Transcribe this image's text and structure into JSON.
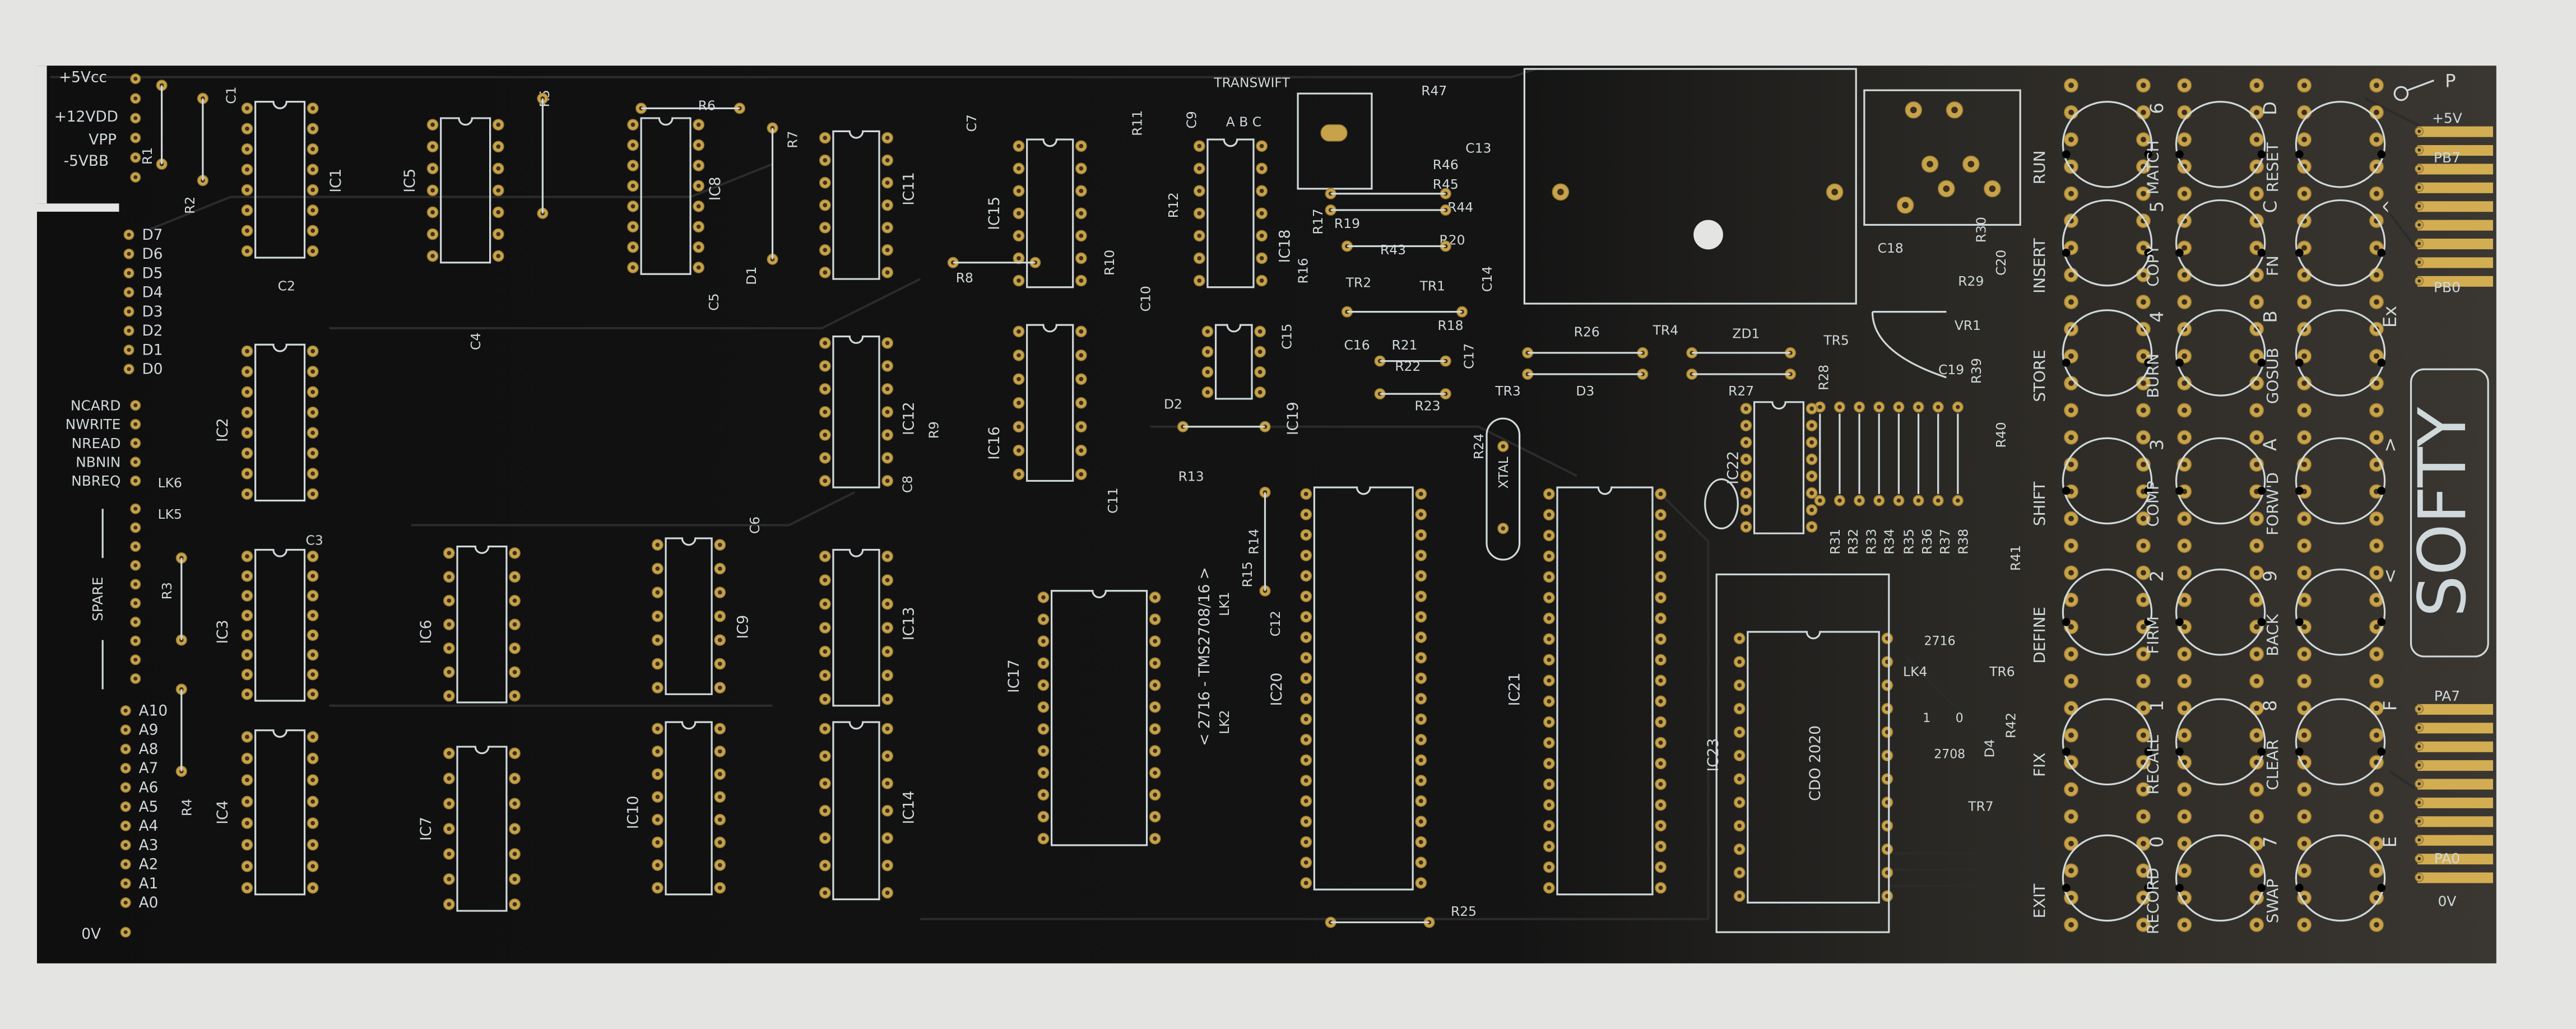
{
  "board": {
    "title": "SOFTY",
    "colors": {
      "board": "#141414",
      "silk": "#cfd8da",
      "gold": "#c7a24a",
      "background": "#e4e5e3"
    },
    "left_power_labels": [
      "+5Vcc",
      "+12VDD",
      "VPP",
      "-5VBB"
    ],
    "data_bus_labels": [
      "D7",
      "D6",
      "D5",
      "D4",
      "D3",
      "D2",
      "D1",
      "D0"
    ],
    "control_labels": [
      "NCARD",
      "NWRITE",
      "NREAD",
      "NBNIN",
      "NBREQ"
    ],
    "spare_label": "SPARE",
    "address_labels": [
      "A10",
      "A9",
      "A8",
      "A7",
      "A6",
      "A5",
      "A4",
      "A3",
      "A2",
      "A1",
      "A0"
    ],
    "ground_label": "0V",
    "transwift": {
      "label": "TRANSWIFT",
      "pins": "A B C"
    },
    "eprom_select_text": "< 2716 - TMS2708/16 >",
    "cdo_text": "CDO 2020",
    "link_texts": {
      "a": "2716",
      "b": "2708",
      "one": "1",
      "zero": "0"
    }
  },
  "ics": [
    {
      "label": "IC1",
      "pins": 16
    },
    {
      "label": "IC5",
      "pins": 14
    },
    {
      "label": "IC8",
      "pins": 16
    },
    {
      "label": "IC11",
      "pins": 14
    },
    {
      "label": "IC15",
      "pins": 14
    },
    {
      "label": "IC18",
      "pins": 14
    },
    {
      "label": "IC2",
      "pins": 16
    },
    {
      "label": "IC12",
      "pins": 14
    },
    {
      "label": "IC16",
      "pins": 14
    },
    {
      "label": "IC19",
      "pins": 8
    },
    {
      "label": "IC3",
      "pins": 16
    },
    {
      "label": "IC6",
      "pins": 14
    },
    {
      "label": "IC9",
      "pins": 14
    },
    {
      "label": "IC13",
      "pins": 14
    },
    {
      "label": "IC4",
      "pins": 16
    },
    {
      "label": "IC7",
      "pins": 14
    },
    {
      "label": "IC10",
      "pins": 16
    },
    {
      "label": "IC14",
      "pins": 14
    },
    {
      "label": "IC17",
      "pins": 24
    },
    {
      "label": "IC20",
      "pins": 40
    },
    {
      "label": "IC21",
      "pins": 40
    },
    {
      "label": "IC22",
      "pins": 16
    },
    {
      "label": "IC23",
      "pins": 24
    }
  ],
  "passives": [
    "R1",
    "R2",
    "C1",
    "C2",
    "C3",
    "C4",
    "C5",
    "C6",
    "C7",
    "C8",
    "C9",
    "C10",
    "C11",
    "C12",
    "C13",
    "C14",
    "C15",
    "C16",
    "C17",
    "C18",
    "C19",
    "C20",
    "R3",
    "R4",
    "R5",
    "R6",
    "R7",
    "R8",
    "R9",
    "R10",
    "R11",
    "R12",
    "R13",
    "R14",
    "R15",
    "R16",
    "R17",
    "R18",
    "R19",
    "R20",
    "R21",
    "R22",
    "R23",
    "R24",
    "R25",
    "R26",
    "R27",
    "R28",
    "R29",
    "R30",
    "R31",
    "R32",
    "R33",
    "R34",
    "R35",
    "R36",
    "R37",
    "R38",
    "R39",
    "R40",
    "R41",
    "R42",
    "R43",
    "R44",
    "R45",
    "R46",
    "R47",
    "D1",
    "D2",
    "D3",
    "D4",
    "ZD1",
    "TR1",
    "TR2",
    "TR3",
    "TR4",
    "TR5",
    "TR6",
    "TR7",
    "VR1",
    "LK1",
    "LK2",
    "LK4",
    "LK5",
    "LK6",
    "XTAL"
  ],
  "keypad": {
    "columns": [
      {
        "keys": [
          {
            "name": "RUN",
            "alt": "6"
          },
          {
            "name": "INSERT",
            "alt": "5"
          },
          {
            "name": "STORE",
            "alt": "4"
          },
          {
            "name": "SHIFT",
            "alt": "3"
          },
          {
            "name": "DEFINE",
            "alt": "2"
          },
          {
            "name": "FIX",
            "alt": "1"
          },
          {
            "name": "EXIT",
            "alt": "0"
          }
        ]
      },
      {
        "keys": [
          {
            "name": "MATCH",
            "alt": "D"
          },
          {
            "name": "COPY",
            "alt": "C"
          },
          {
            "name": "BURN",
            "alt": "B"
          },
          {
            "name": "COMP",
            "alt": "A"
          },
          {
            "name": "FIRM",
            "alt": "9"
          },
          {
            "name": "RECALL",
            "alt": "8"
          },
          {
            "name": "RECORD",
            "alt": "7"
          }
        ]
      },
      {
        "keys": [
          {
            "name": "RESET",
            "alt": ""
          },
          {
            "name": "FN",
            "alt": "^"
          },
          {
            "name": "GOSUB",
            "alt": "Ex"
          },
          {
            "name": "FORW'D",
            "alt": ">"
          },
          {
            "name": "BACK",
            "alt": "<"
          },
          {
            "name": "CLEAR",
            "alt": "F"
          },
          {
            "name": "SWAP",
            "alt": "E"
          }
        ]
      }
    ]
  },
  "edge_connector": {
    "test_point": "P",
    "top_labels": {
      "power": "+5V",
      "first": "PB7",
      "last": "PB0"
    },
    "bottom_labels": {
      "first": "PA7",
      "last": "PA0",
      "ground": "0V"
    }
  }
}
